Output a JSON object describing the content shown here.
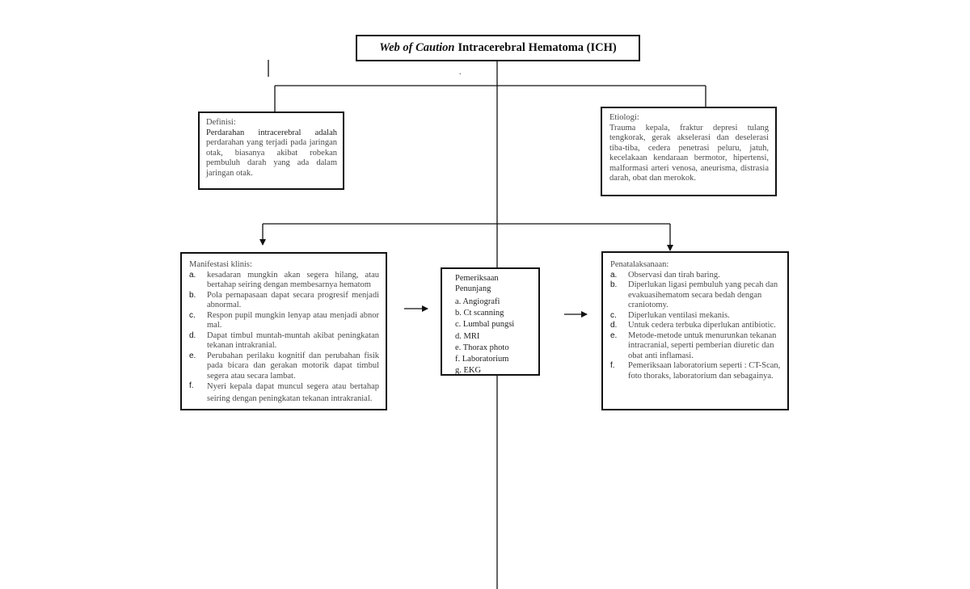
{
  "title": {
    "italic": "Web of Caution",
    "rest": "Intracerebral Hematoma (ICH)"
  },
  "stray_mark": ".",
  "definisi": {
    "heading": "Definisi:",
    "lead": "Perdarahan intracerebral adalah",
    "body": "perdarahan yang terjadi pada jaringan otak, biasanya akibat robekan pembuluh darah yang ada dalam jaringan otak."
  },
  "etiologi": {
    "heading": "Etiologi:",
    "body": "Trauma kepala, fraktur depresi tulang tengkorak, gerak akselerasi dan deselerasi tiba-tiba, cedera penetrasi peluru, jatuh, kecelakaan kendaraan bermotor, hipertensi, malformasi arteri venosa, aneurisma, distrasia darah, obat dan merokok."
  },
  "manifestasi": {
    "heading": "Manifestasi klinis:",
    "items": [
      {
        "marker": "a.",
        "text": "kesadaran mungkin akan segera hilang, atau bertahap seiring dengan membesarnya hematom"
      },
      {
        "marker": "b.",
        "text": "Pola pernapasaan dapat secara progresif menjadi abnormal."
      },
      {
        "marker": "c.",
        "text": "Respon pupil mungkin lenyap atau menjadi abnor mal."
      },
      {
        "marker": "d.",
        "text": "Dapat timbul muntah-muntah akibat peningkatan tekanan intrakranial."
      },
      {
        "marker": "e.",
        "text": "Perubahan perilaku kognitif dan perubahan fisik pada bicara dan gerakan motorik dapat timbul segera atau secara lambat."
      },
      {
        "marker": "f.",
        "text": "Nyeri kepala dapat muncul segera atau bertahap seiring dengan peningkatan tekanan intrakranial."
      }
    ]
  },
  "pemeriksaan": {
    "heading": "Pemeriksaan Penunjang",
    "items": [
      "a. Angiografi",
      "b. Ct scanning",
      "c. Lumbal pungsi",
      "d. MRI",
      "e. Thorax photo",
      "f. Laboratorium",
      "g. EKG"
    ]
  },
  "penatalaksanaan": {
    "heading": "Penatalaksanaan:",
    "items": [
      {
        "marker": "a.",
        "text": "Observasi dan tirah baring."
      },
      {
        "marker": "b.",
        "text": "Diperlukan ligasi pembuluh yang pecah dan evakuasihematom secara bedah dengan craniotomy."
      },
      {
        "marker": "c.",
        "text": "Diperlukan ventilasi mekanis."
      },
      {
        "marker": "d.",
        "text": "Untuk cedera terbuka diperlukan antibiotic."
      },
      {
        "marker": "e.",
        "text": "Metode-metode untuk menurunkan tekanan intracranial, seperti pemberian diuretic dan obat anti inflamasi."
      },
      {
        "marker": "f.",
        "text": "Pemeriksaan laboratorium seperti : CT-Scan, foto thoraks, laboratorium dan sebagainya."
      }
    ]
  },
  "colors": {
    "line": "#111111",
    "text": "#4a4a4a"
  }
}
